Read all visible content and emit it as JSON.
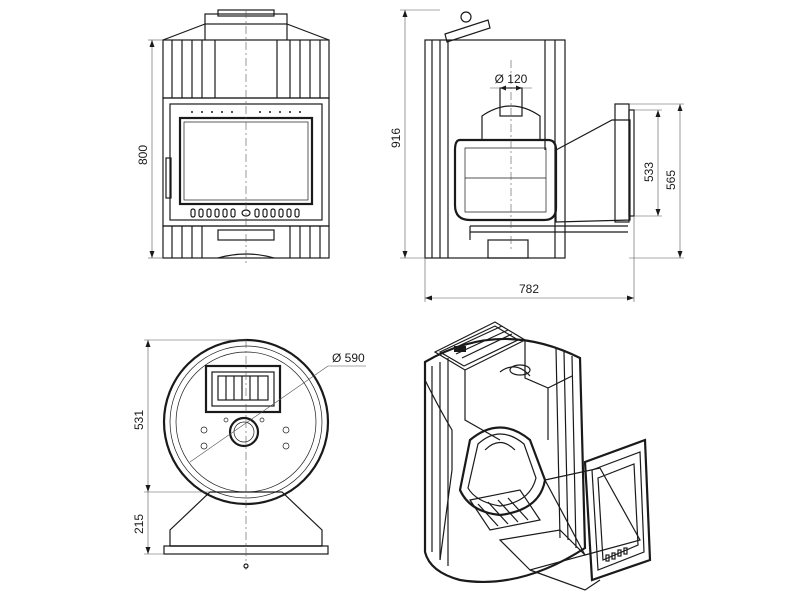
{
  "dimensions": {
    "front_height": "800",
    "side_height": "916",
    "flue_diameter": "Ø 120",
    "door_height": "533",
    "tunnel_height": "565",
    "side_depth": "782",
    "top_diameter": "Ø 590",
    "top_body_depth": "531",
    "top_tunnel_depth": "215"
  },
  "colors": {
    "line": "#1a1a1a",
    "dimension": "#555555",
    "background": "#ffffff"
  }
}
